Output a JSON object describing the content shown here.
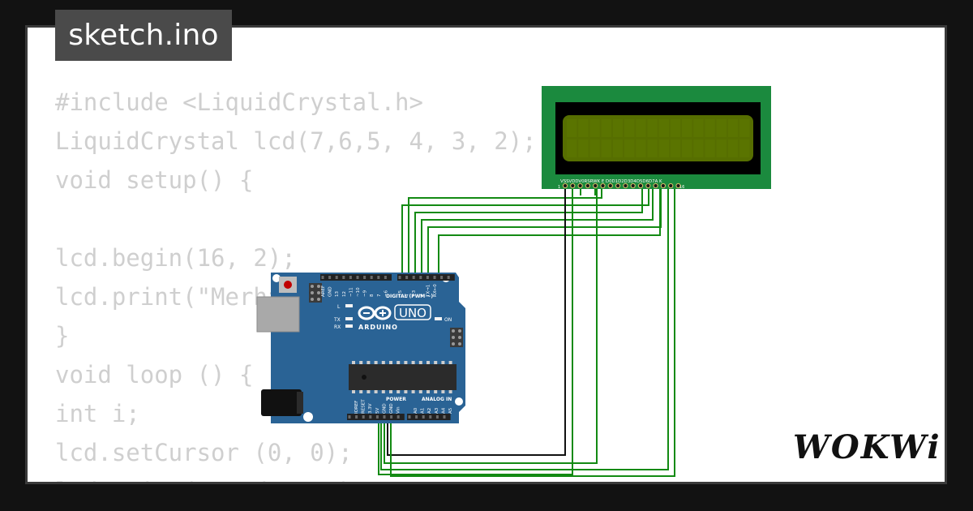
{
  "file_tab": {
    "name": "sketch.ino"
  },
  "code_lines": [
    "#include <LiquidCrystal.h>",
    "LiquidCrystal lcd(7,6,5, 4, 3, 2);",
    "void setup() {",
    "",
    "lcd.begin(16, 2);",
    "lcd.print(\"Merhaba\");",
    "}",
    "void loop () {",
    "int i;",
    "lcd.setCursor (0, 0);",
    "lcd.print(\"Saydır: \");"
  ],
  "lcd": {
    "pin_labels": "VSSVDDV0RSRWK E D0D1D2D3D4D5D6D7A  K",
    "pin_first": "1",
    "pin_last": "16",
    "pcb_color": "#1b8a3e",
    "backlight_color": "#566e00"
  },
  "arduino": {
    "brand": "ARDUINO",
    "model": "UNO",
    "header_digital": "DIGITAL (PWM ~)",
    "header_power": "POWER",
    "header_analog": "ANALOG IN",
    "led_l": "L",
    "led_tx": "TX",
    "led_rx": "RX",
    "led_on": "ON",
    "pins_digital": [
      "AREF",
      "GND",
      "13",
      "12",
      "~11",
      "~10",
      "~9",
      "8",
      "7",
      "~6",
      "~5",
      "4",
      "~3",
      "2",
      "TX→1",
      "RX←0"
    ],
    "pins_power": [
      "IOREF",
      "RESET",
      "3.3V",
      "5V",
      "GND",
      "GND",
      "Vin"
    ],
    "pins_analog": [
      "A0",
      "A1",
      "A2",
      "A3",
      "A4",
      "A5"
    ],
    "board_color": "#2a6395"
  },
  "wire_colors": {
    "data": "#138a13",
    "ground": "#111111"
  },
  "brand_logo": {
    "text": "WOKWi"
  }
}
